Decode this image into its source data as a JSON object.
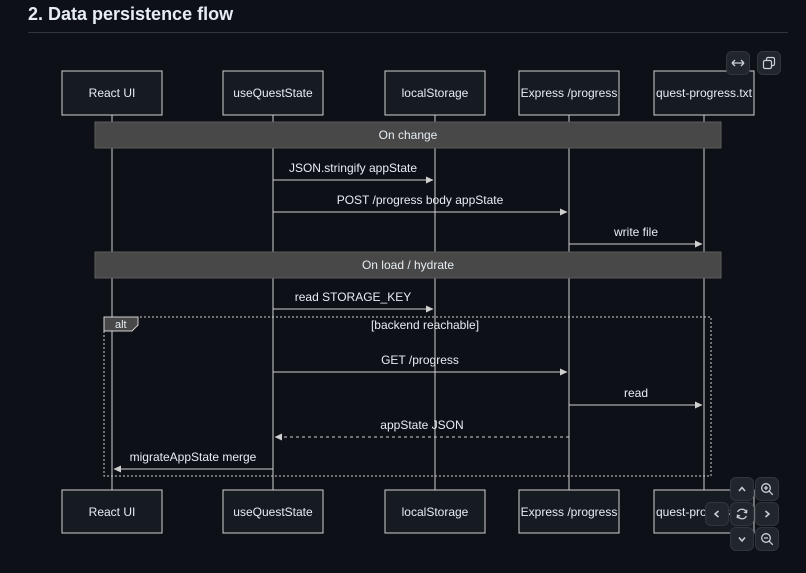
{
  "section_title": "2. Data persistence flow",
  "participants": [
    "React UI",
    "useQuestState",
    "localStorage",
    "Express /progress",
    "quest-progress.txt"
  ],
  "notes": {
    "on_change": "On change",
    "on_load": "On load / hydrate"
  },
  "messages": {
    "m1": "JSON.stringify appState",
    "m2": "POST /progress body appState",
    "m3": "write file",
    "m4": "read STORAGE_KEY",
    "m5": "GET /progress",
    "m6": "read",
    "m7": "appState JSON",
    "m8": "migrateAppState merge"
  },
  "alt_block": {
    "keyword": "alt",
    "condition": "[backend reachable]"
  },
  "colors": {
    "background": "#0d1117",
    "actor_fill": "#161b22",
    "actor_stroke": "#d0d0d0",
    "note_fill": "#484848",
    "line": "#d0d0d0"
  },
  "controls": {
    "expand": "expand-icon",
    "copy": "copy-icon",
    "pan_up": "chevron-up-icon",
    "pan_down": "chevron-down-icon",
    "pan_left": "chevron-left-icon",
    "pan_right": "chevron-right-icon",
    "reset": "reset-icon",
    "zoom_in": "zoom-in-icon",
    "zoom_out": "zoom-out-icon"
  }
}
